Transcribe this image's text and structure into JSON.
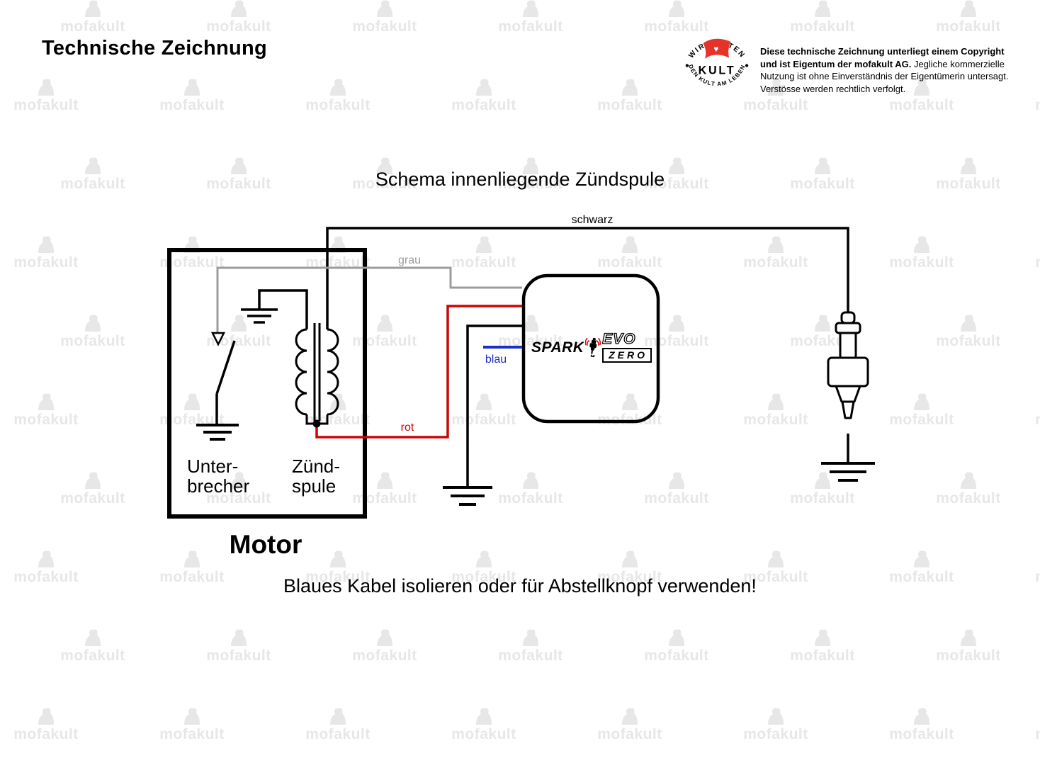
{
  "header": {
    "title": "Technische Zeichnung"
  },
  "stamp": {
    "top_text": "WIR HALTEN",
    "center_text": "KULT",
    "bottom_text": "DEN KULT AM LEBEN",
    "flag_color": "#e63329"
  },
  "copyright": {
    "bold_text": "Diese technische Zeichnung unterliegt einem Copyright und ist Eigentum der mofakult AG.",
    "regular_text": "Jegliche kommerzielle Nutzung ist ohne Einverständnis der Eigentümerin untersagt. Verstösse werden rechtlich verfolgt."
  },
  "diagram": {
    "title": "Schema innenliegende Zündspule",
    "footer_note": "Blaues Kabel isolieren oder für Abstellknopf verwenden!",
    "motor": {
      "label": "Motor",
      "breaker_line1": "Unter-",
      "breaker_line2": "brecher",
      "coil_line1": "Zünd-",
      "coil_line2": "spule"
    },
    "wires": {
      "schwarz": {
        "label": "schwarz",
        "color": "#000000"
      },
      "grau": {
        "label": "grau",
        "color": "#9c9c9b"
      },
      "rot": {
        "label": "rot",
        "color": "#cc0505"
      },
      "blau": {
        "label": "blau",
        "color": "#1c30c8"
      }
    }
  },
  "cdi": {
    "brand_spark": "SPARK",
    "brand_evo": "EVO",
    "brand_zero": "ZERO"
  },
  "watermark": {
    "text": "mofakult"
  }
}
